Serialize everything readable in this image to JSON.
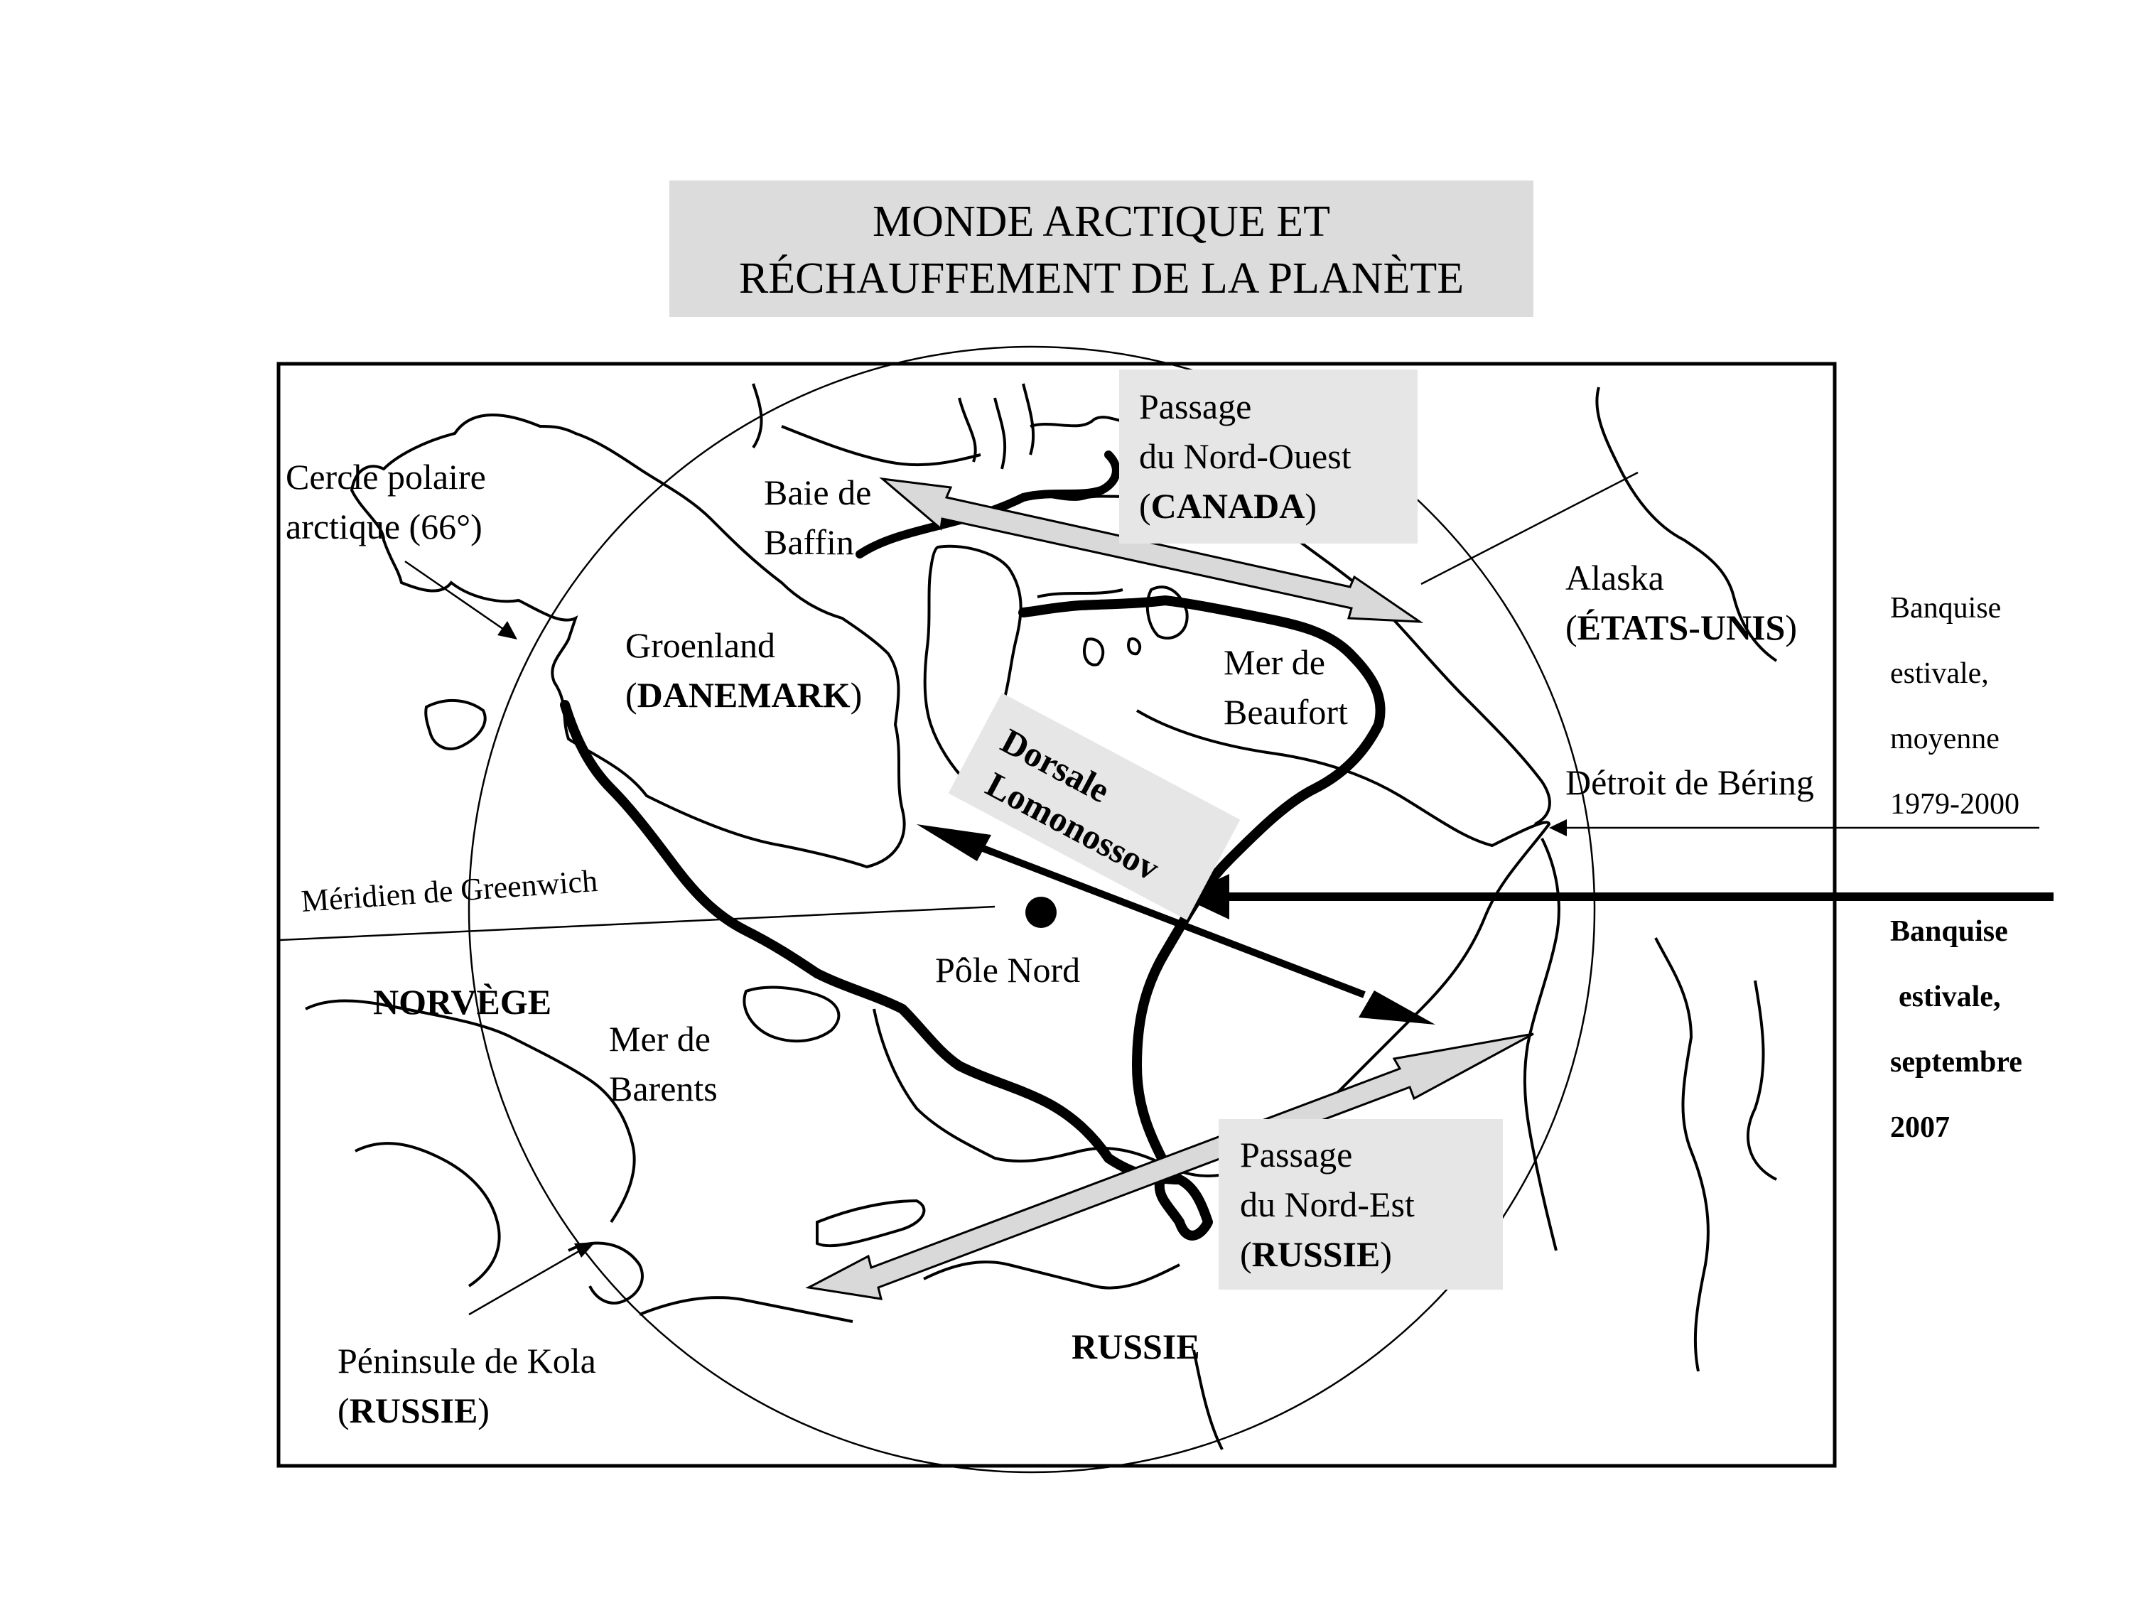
{
  "title": {
    "line1": "MONDE ARCTIQUE ET",
    "line2": "RÉCHAUFFEMENT DE LA PLANÈTE"
  },
  "colors": {
    "label_box": "#e6e6e6",
    "title_box": "#dcdcdc",
    "arrow_gray": "#d9d9d9",
    "ink": "#000000"
  },
  "labels": {
    "cercle_polaire": [
      "Cercle polaire",
      "arctique (66°)"
    ],
    "baie_baffin": [
      "Baie de",
      "Baffin"
    ],
    "groenland": [
      "Groenland"
    ],
    "danemark": "DANEMARK",
    "passage_no": [
      "Passage",
      "du Nord-Ouest"
    ],
    "canada": "CANADA",
    "alaska": "Alaska",
    "etats_unis": "ÉTATS-UNIS",
    "mer_beaufort": [
      "Mer de",
      "Beaufort"
    ],
    "dorsale": [
      "Dorsale",
      "Lomonossov"
    ],
    "detroit": "Détroit de Béring",
    "meridien": "Méridien de Greenwich",
    "pole_nord": "Pôle Nord",
    "norvege": "NORVÈGE",
    "mer_barents": [
      "Mer de",
      "Barents"
    ],
    "passage_ne": [
      "Passage",
      "du Nord-Est"
    ],
    "russie_ne": "RUSSIE",
    "kola": "Péninsule de Kola",
    "russie_kola": "RUSSIE",
    "russie": "RUSSIE"
  },
  "legend": {
    "moyenne": [
      "Banquise",
      "estivale,",
      "moyenne",
      "1979-2000"
    ],
    "sept2007": [
      "Banquise",
      "estivale,",
      "septembre",
      "2007"
    ]
  }
}
